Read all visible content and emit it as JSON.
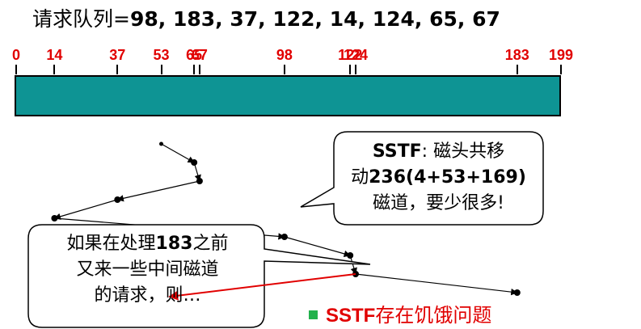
{
  "title": {
    "prefix": "请求队列=",
    "queue": "98, 183, 37, 122, 14, 124, 65, 67"
  },
  "axis": {
    "ticks": [
      "0",
      "14",
      "37",
      "53",
      "65",
      "67",
      "98",
      "122",
      "124",
      "183",
      "199"
    ],
    "min": 0,
    "max": 199,
    "tick_color": "#e10000",
    "bar_color": "#0e9494"
  },
  "path": {
    "sequence": [
      53,
      65,
      67,
      37,
      14,
      98,
      122,
      124,
      183
    ],
    "color": "#000000",
    "dot_color": "#000000"
  },
  "starvation_arrow": {
    "from": 124,
    "to": 53,
    "color": "#e10000"
  },
  "callout_sstf": {
    "line1_bold": "SSTF",
    "line1_rest": ": 磁头共移",
    "line2_prefix": "动",
    "line2_bold": "236(4+53+169)",
    "line3": "磁道，要少很多!"
  },
  "callout_question": {
    "line1_prefix": "如果在处理",
    "line1_bold": "183",
    "line1_suffix": "之前",
    "line2": "又来一些中间磁道",
    "line3": "的请求，则…"
  },
  "note": {
    "bold": "SSTF",
    "rest": "存在饥饿问题",
    "bullet_color": "#22b14c",
    "text_color": "#e10000"
  }
}
